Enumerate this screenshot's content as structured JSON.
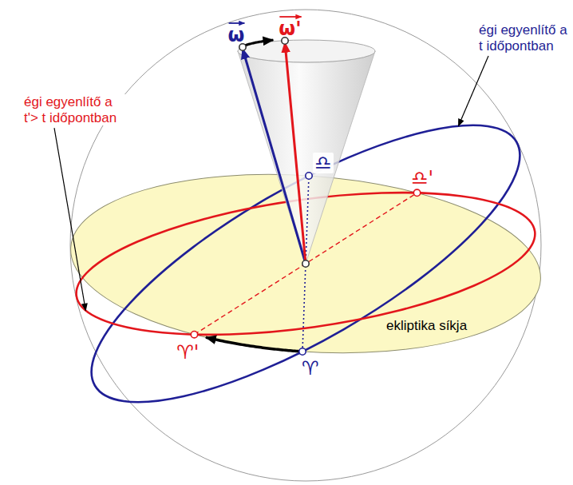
{
  "diagram": {
    "labels": [
      "ω",
      "ω'",
      "égi egyenlítő a t időpontban",
      "égi egyenlítő a t'> t időpontban",
      "♎",
      "♎'",
      "ekliptika síkja",
      "♈'",
      "♈"
    ]
  }
}
